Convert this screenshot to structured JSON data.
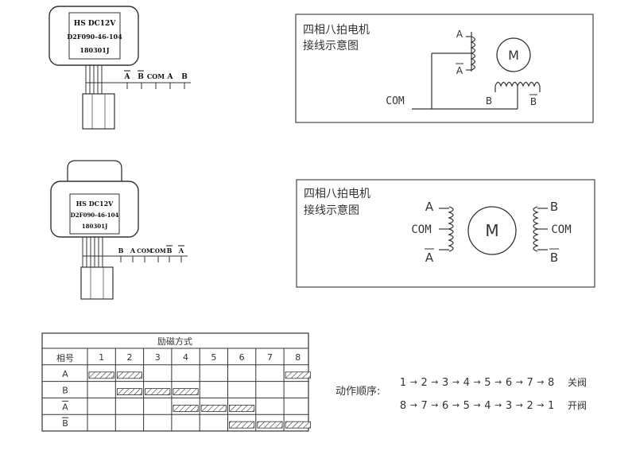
{
  "motor1": {
    "label_lines": [
      "HS  DC12V",
      "D2F090-46-104",
      "180301J"
    ],
    "wire_labels": [
      "A",
      "B",
      "COM",
      "A",
      "B"
    ],
    "wire_overbar": [
      true,
      true,
      false,
      false,
      false
    ]
  },
  "motor2": {
    "label_lines": [
      "HS  DC12V",
      "D2F090-46-104",
      "180301J"
    ],
    "wire_labels": [
      "B",
      "A",
      "COM",
      "COM",
      "B",
      "A"
    ],
    "wire_overbar": [
      false,
      false,
      false,
      false,
      true,
      true
    ]
  },
  "diagram1": {
    "title_line1": "四相八拍电机",
    "title_line2": "接线示意图",
    "motor": "M",
    "labels": {
      "a": "A",
      "a_bar": "A",
      "com": "COM",
      "b": "B",
      "b_bar": "B"
    }
  },
  "diagram2": {
    "title_line1": "四相八拍电机",
    "title_line2": "接线示意图",
    "motor": "M",
    "labels": {
      "a": "A",
      "com_left": "COM",
      "a_bar": "A",
      "b": "B",
      "com_right": "COM",
      "b_bar": "B"
    }
  },
  "table": {
    "title": "励磁方式",
    "corner": "相号",
    "steps": [
      "1",
      "2",
      "3",
      "4",
      "5",
      "6",
      "7",
      "8"
    ],
    "rows": [
      {
        "phase": "A",
        "overbar": false,
        "active": [
          1,
          2,
          8
        ]
      },
      {
        "phase": "B",
        "overbar": false,
        "active": [
          2,
          3,
          4
        ]
      },
      {
        "phase": "A",
        "overbar": true,
        "active": [
          4,
          5,
          6
        ]
      },
      {
        "phase": "B",
        "overbar": true,
        "active": [
          6,
          7,
          8
        ]
      }
    ]
  },
  "sequence": {
    "label": "动作顺序:",
    "close_order": [
      "1",
      "2",
      "3",
      "4",
      "5",
      "6",
      "7",
      "8"
    ],
    "close_label": "关阀",
    "open_order": [
      "8",
      "7",
      "6",
      "5",
      "4",
      "3",
      "2",
      "1"
    ],
    "open_label": "开阀",
    "arrow": "→"
  }
}
